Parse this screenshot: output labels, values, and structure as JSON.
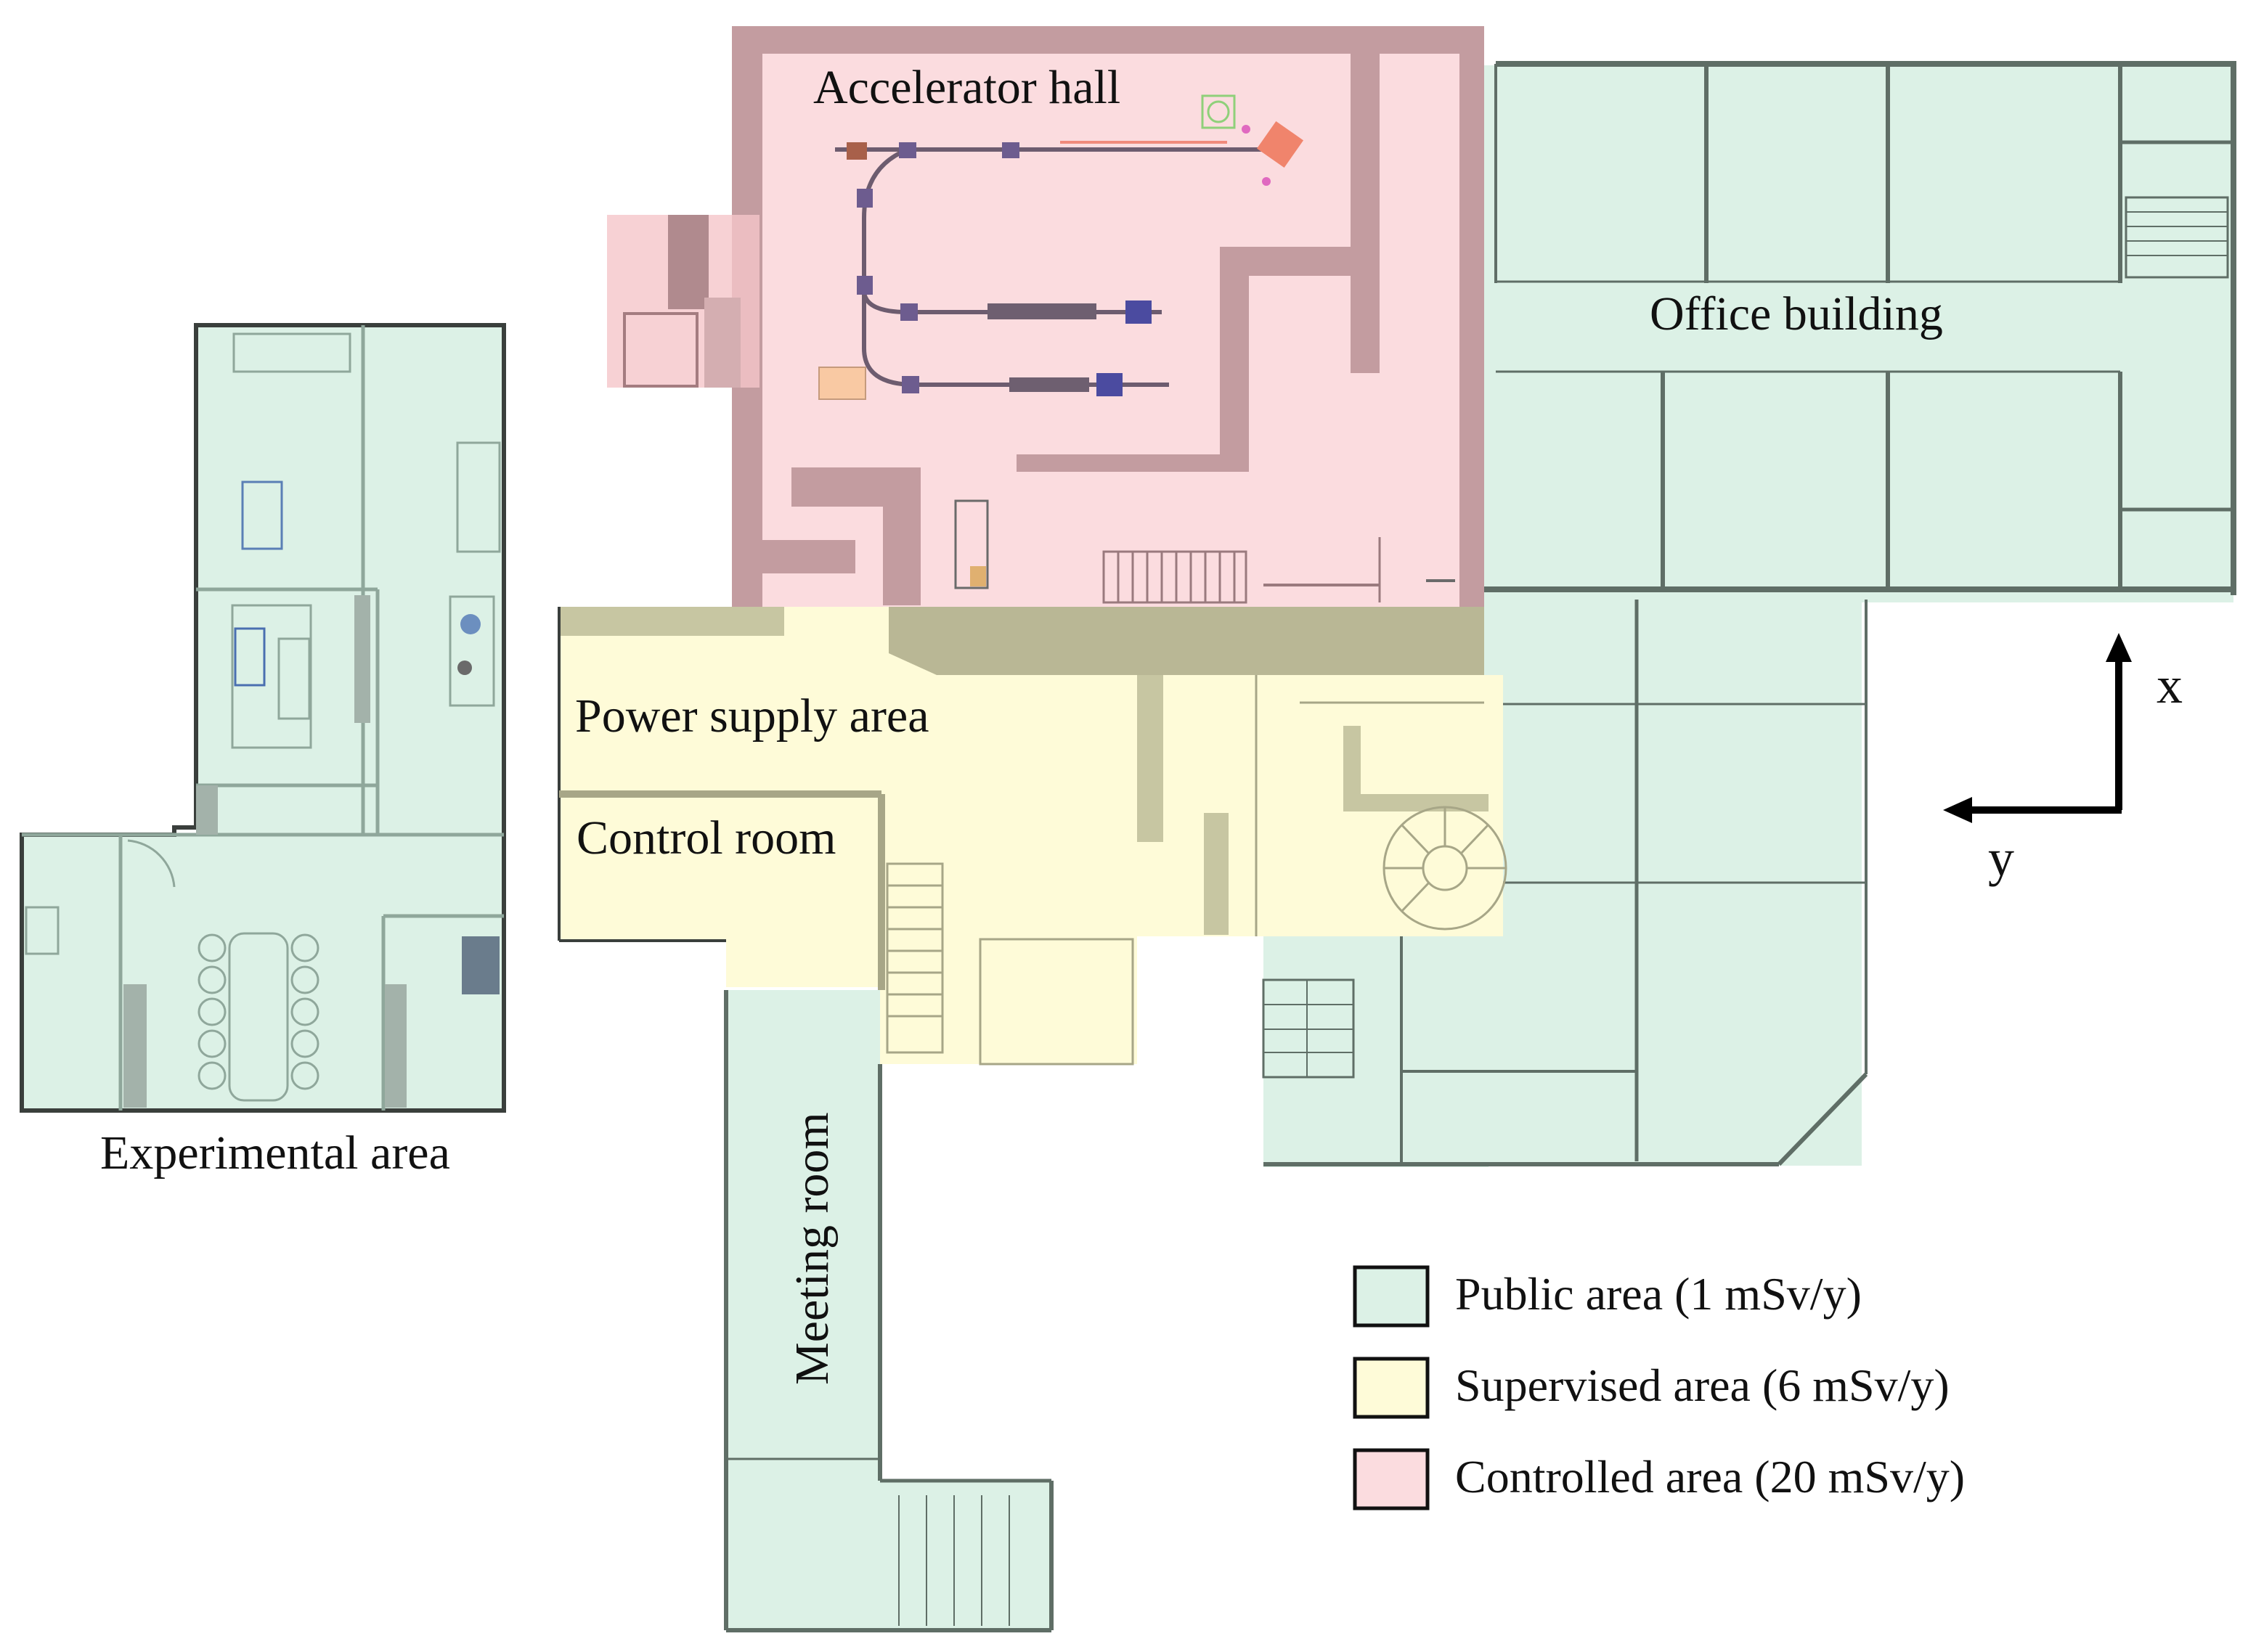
{
  "labels": {
    "accelerator_hall": "Accelerator hall",
    "office_building": "Office building",
    "power_supply_area": "Power supply area",
    "control_room": "Control room",
    "meeting_room": "Meeting room",
    "experimental_area": "Experimental area"
  },
  "axes": {
    "x": "x",
    "y": "y"
  },
  "legend": [
    {
      "label": "Public area (1 mSv/y)",
      "color": "#dcf1e6"
    },
    {
      "label": "Supervised area (6 mSv/y)",
      "color": "#fefbd8"
    },
    {
      "label": "Controlled area (20 mSv/y)",
      "color": "#fbdcdf"
    }
  ],
  "colors": {
    "public": "#dcf1e6",
    "supervised": "#fefbd8",
    "controlled": "#fbdcdf",
    "wall_public": "#5f6e66",
    "wall_controlled": "#b08a8e",
    "wall_supervised": "#a7a687"
  }
}
